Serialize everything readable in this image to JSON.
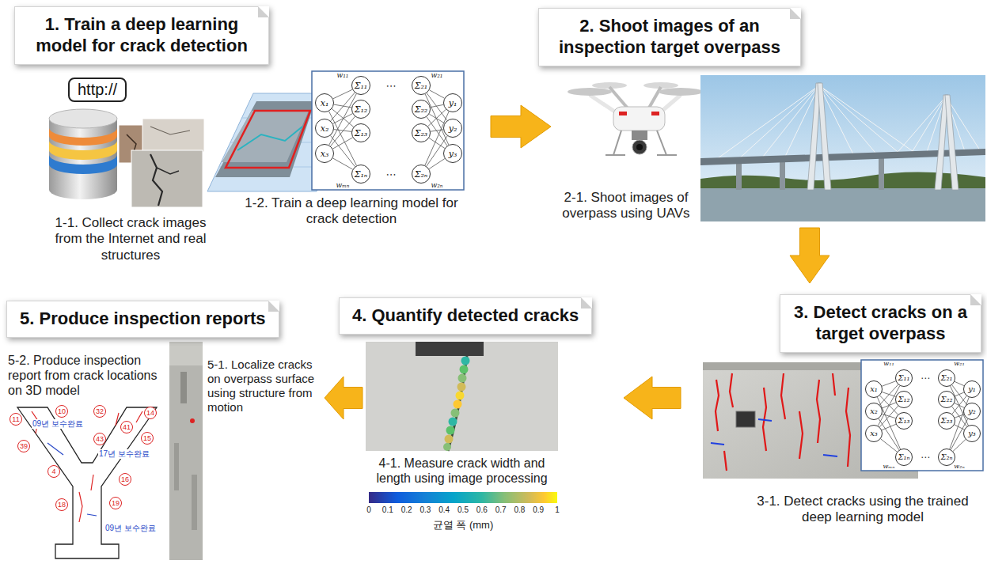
{
  "diagram": {
    "nodes": [
      {
        "text": [
          "1. Train a deep learning model for crack detection"
        ]
      },
      {
        "text": [
          "http://"
        ]
      },
      {
        "text": [
          "x₁"
        ]
      },
      {
        "text": [
          "x₂"
        ]
      },
      {
        "text": [
          "x₃"
        ]
      },
      {
        "text": [
          "Σ₁₁"
        ]
      },
      {
        "text": [
          "Σ₁₂"
        ]
      },
      {
        "text": [
          "Σ₁₃"
        ]
      },
      {
        "text": [
          "Σ₁ₙ"
        ]
      },
      {
        "text": [
          "Σ₂₁"
        ]
      },
      {
        "text": [
          "Σ₂₂"
        ]
      },
      {
        "text": [
          "Σ₂₃"
        ]
      },
      {
        "text": [
          "Σ₂ₙ"
        ]
      },
      {
        "text": [
          "y₁"
        ]
      },
      {
        "text": [
          "y₂"
        ]
      },
      {
        "text": [
          "y₃"
        ]
      },
      {
        "text": [
          "2. Shoot images of an inspection target overpass"
        ]
      },
      {
        "text": [
          "3. Detect cracks on a target overpass"
        ]
      },
      {
        "text": [
          "x₁"
        ]
      },
      {
        "text": [
          "x₂"
        ]
      },
      {
        "text": [
          "x₃"
        ]
      },
      {
        "text": [
          "Σ₁₁"
        ]
      },
      {
        "text": [
          "Σ₁₂"
        ]
      },
      {
        "text": [
          "Σ₁₃"
        ]
      },
      {
        "text": [
          "Σ₁ₙ"
        ]
      },
      {
        "text": [
          "Σ₂₁"
        ]
      },
      {
        "text": [
          "Σ₂₂"
        ]
      },
      {
        "text": [
          "Σ₂₃"
        ]
      },
      {
        "text": [
          "Σ₂ₙ"
        ]
      },
      {
        "text": [
          "y₁"
        ]
      },
      {
        "text": [
          "y₂"
        ]
      },
      {
        "text": [
          "y₃"
        ]
      },
      {
        "text": [
          "4. Quantify detected cracks"
        ]
      },
      {
        "text": [
          "5. Produce inspection reports"
        ]
      }
    ],
    "edges": [
      {
        "from": 0,
        "to": 16,
        "arrow": "to"
      },
      {
        "from": 16,
        "to": 17,
        "arrow": "to"
      },
      {
        "from": 17,
        "to": 32,
        "arrow": "to"
      },
      {
        "from": 32,
        "to": 33,
        "arrow": "to"
      },
      {
        "from": 2,
        "to": 5,
        "arrow": "none"
      },
      {
        "from": 2,
        "to": 6,
        "arrow": "none"
      },
      {
        "from": 2,
        "to": 7,
        "arrow": "none"
      },
      {
        "from": 2,
        "to": 8,
        "arrow": "none"
      },
      {
        "from": 3,
        "to": 5,
        "arrow": "none"
      },
      {
        "from": 3,
        "to": 6,
        "arrow": "none"
      },
      {
        "from": 3,
        "to": 7,
        "arrow": "none"
      },
      {
        "from": 3,
        "to": 8,
        "arrow": "none"
      },
      {
        "from": 4,
        "to": 5,
        "arrow": "none"
      },
      {
        "from": 4,
        "to": 6,
        "arrow": "none"
      },
      {
        "from": 4,
        "to": 7,
        "arrow": "none"
      },
      {
        "from": 4,
        "to": 8,
        "arrow": "none"
      },
      {
        "from": 9,
        "to": 13,
        "arrow": "none"
      },
      {
        "from": 9,
        "to": 14,
        "arrow": "none"
      },
      {
        "from": 9,
        "to": 15,
        "arrow": "none"
      },
      {
        "from": 10,
        "to": 13,
        "arrow": "none"
      },
      {
        "from": 10,
        "to": 14,
        "arrow": "none"
      },
      {
        "from": 10,
        "to": 15,
        "arrow": "none"
      },
      {
        "from": 11,
        "to": 13,
        "arrow": "none"
      },
      {
        "from": 11,
        "to": 14,
        "arrow": "none"
      },
      {
        "from": 11,
        "to": 15,
        "arrow": "none"
      },
      {
        "from": 12,
        "to": 13,
        "arrow": "none"
      },
      {
        "from": 12,
        "to": 14,
        "arrow": "none"
      },
      {
        "from": 12,
        "to": 15,
        "arrow": "none"
      },
      {
        "from": 18,
        "to": 21,
        "arrow": "none"
      },
      {
        "from": 18,
        "to": 22,
        "arrow": "none"
      },
      {
        "from": 18,
        "to": 23,
        "arrow": "none"
      },
      {
        "from": 18,
        "to": 24,
        "arrow": "none"
      },
      {
        "from": 19,
        "to": 21,
        "arrow": "none"
      },
      {
        "from": 19,
        "to": 22,
        "arrow": "none"
      },
      {
        "from": 19,
        "to": 23,
        "arrow": "none"
      },
      {
        "from": 19,
        "to": 24,
        "arrow": "none"
      },
      {
        "from": 20,
        "to": 21,
        "arrow": "none"
      },
      {
        "from": 20,
        "to": 22,
        "arrow": "none"
      },
      {
        "from": 20,
        "to": 23,
        "arrow": "none"
      },
      {
        "from": 20,
        "to": 24,
        "arrow": "none"
      },
      {
        "from": 25,
        "to": 29,
        "arrow": "none"
      },
      {
        "from": 25,
        "to": 30,
        "arrow": "none"
      },
      {
        "from": 25,
        "to": 31,
        "arrow": "none"
      },
      {
        "from": 26,
        "to": 29,
        "arrow": "none"
      },
      {
        "from": 26,
        "to": 30,
        "arrow": "none"
      },
      {
        "from": 26,
        "to": 31,
        "arrow": "none"
      },
      {
        "from": 27,
        "to": 29,
        "arrow": "none"
      },
      {
        "from": 27,
        "to": 30,
        "arrow": "none"
      },
      {
        "from": 27,
        "to": 31,
        "arrow": "none"
      },
      {
        "from": 28,
        "to": 29,
        "arrow": "none"
      },
      {
        "from": 28,
        "to": 30,
        "arrow": "none"
      },
      {
        "from": 28,
        "to": 31,
        "arrow": "none"
      }
    ],
    "labels": [
      "1-1. Collect crack images from the Internet and real structures",
      "1-2. Train a deep learning model for crack detection",
      "⋯",
      "⋯",
      "w₁₁",
      "wₘₙ",
      "w₂₁",
      "w₂ₙ",
      "2-1. Shoot images of overpass using UAVs",
      "3-1. Detect cracks using the trained deep learning model",
      "⋯",
      "⋯",
      "w₁₁",
      "wₘₙ",
      "w₂₁",
      "w₂ₙ",
      "4-1. Measure crack width and length using image processing",
      "0",
      "0.1",
      "0.2",
      "0.3",
      "0.4",
      "0.5",
      "0.6",
      "0.7",
      "0.8",
      "0.9",
      "1",
      "균열 폭 (mm)",
      "5-1. Localize cracks on overpass surface using structure from motion",
      "5-2. Produce inspection report from crack locations on 3D model",
      "09년 보수완료",
      "17년 보수완료",
      "09년 보수완료",
      "11",
      "10",
      "32",
      "14",
      "41",
      "39",
      "4",
      "43",
      "15",
      "16",
      "18",
      "19"
    ]
  }
}
